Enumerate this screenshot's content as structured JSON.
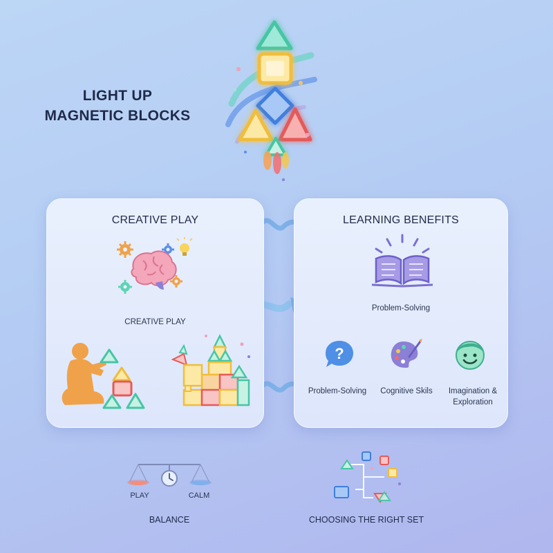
{
  "title": {
    "line1": "LIGHT UP",
    "line2": "MAGNETIC BLOCKS"
  },
  "creative_panel": {
    "heading": "CREATIVE PLAY",
    "brain_caption": "CREATIVE PLAY"
  },
  "learning_panel": {
    "heading": "LEARNING BENEFITS",
    "book_caption": "Problem-Solving",
    "items": [
      {
        "icon": "question-bubble-icon",
        "label": "Problem-Solving"
      },
      {
        "icon": "palette-icon",
        "label": "Cognitive Skils"
      },
      {
        "icon": "smiling-face-icon",
        "label_line1": "Imagination &",
        "label_line2": "Exploration"
      }
    ]
  },
  "balance": {
    "left_label": "PLAY",
    "right_label": "CALM",
    "caption": "BALANCE"
  },
  "choosing": {
    "caption": "CHOOSING THE RIGHT SET"
  },
  "colors": {
    "teal": "#5fd3b5",
    "yellow": "#f3c650",
    "blue": "#4f8fe6",
    "red": "#ef6b6b",
    "pink": "#f2a0b9",
    "purple": "#8b7fd6",
    "orange_child": "#f0a24a"
  }
}
